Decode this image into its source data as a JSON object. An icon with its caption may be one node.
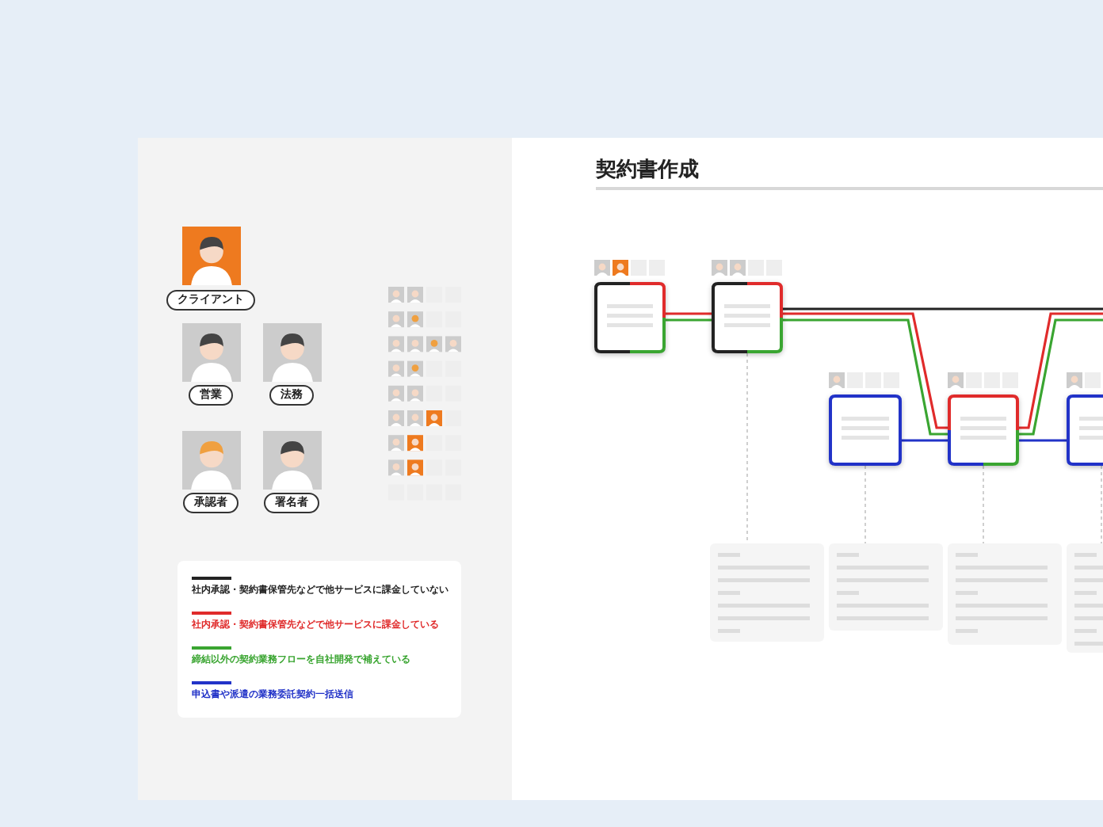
{
  "diagram": {
    "title": "契約書作成",
    "nodes": [
      {
        "text": [],
        "shape": "box"
      },
      {
        "text": [],
        "shape": "box"
      },
      {
        "text": [],
        "shape": "box"
      },
      {
        "text": [],
        "shape": "box"
      },
      {
        "text": [],
        "shape": "box"
      },
      {
        "text": [],
        "shape": "box"
      },
      {
        "text": [],
        "shape": "box"
      },
      {
        "text": [],
        "shape": "box"
      },
      {
        "text": [],
        "shape": "box"
      }
    ],
    "edges": [
      {
        "from": 0,
        "to": 1,
        "arrow": "none",
        "color": "#e02b2b"
      },
      {
        "from": 0,
        "to": 1,
        "arrow": "none",
        "color": "#3aa531"
      },
      {
        "from": 1,
        "to": 3,
        "arrow": "none",
        "color": "#e02b2b"
      },
      {
        "from": 1,
        "to": 3,
        "arrow": "none",
        "color": "#3aa531"
      },
      {
        "from": 1,
        "to": null,
        "arrow": "none",
        "color": "#222222"
      },
      {
        "from": 2,
        "to": 3,
        "arrow": "none",
        "color": "#2233c8"
      },
      {
        "from": 3,
        "to": 4,
        "arrow": "none",
        "color": "#2233c8"
      },
      {
        "from": 3,
        "to": null,
        "arrow": "none",
        "color": "#e02b2b"
      },
      {
        "from": 3,
        "to": null,
        "arrow": "none",
        "color": "#3aa531"
      },
      {
        "from": 1,
        "to": 5,
        "arrow": "none",
        "style": "dashed",
        "color": "#c4c4c4"
      },
      {
        "from": 2,
        "to": 6,
        "arrow": "none",
        "style": "dashed",
        "color": "#c4c4c4"
      },
      {
        "from": 3,
        "to": 7,
        "arrow": "none",
        "style": "dashed",
        "color": "#c4c4c4"
      },
      {
        "from": 4,
        "to": 8,
        "arrow": "none",
        "style": "dashed",
        "color": "#c4c4c4"
      }
    ],
    "labels": [
      "クライアント",
      "営業",
      "法務",
      "承認者",
      "署名者"
    ],
    "legend": [
      {
        "text": "社内承認・契約書保管先などで他サービスに課金していない"
      },
      {
        "text": "社内承認・契約書保管先などで他サービスに課金している"
      },
      {
        "text": "締結以外の契約業務フローを自社開発で補えている"
      },
      {
        "text": "申込書や派遣の業務委託契約一括送信"
      }
    ]
  }
}
